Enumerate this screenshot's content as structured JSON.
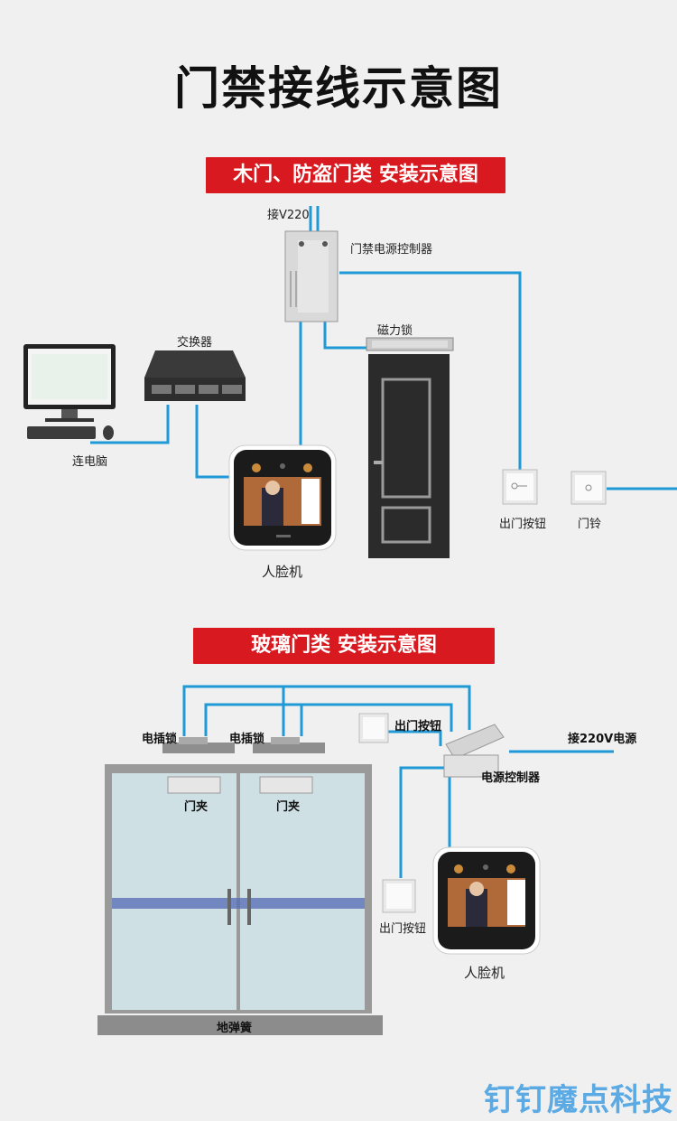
{
  "title": "门禁接线示意图",
  "section1": {
    "banner": "木门、防盗门类 安装示意图",
    "labels": {
      "v220": "接V220",
      "power_controller": "门禁电源控制器",
      "switch": "交换器",
      "mag_lock": "磁力锁",
      "computer": "连电脑",
      "face_device": "人脸机",
      "exit_button": "出门按钮",
      "doorbell": "门铃"
    }
  },
  "section2": {
    "banner": "玻璃门类 安装示意图",
    "labels": {
      "electric_lock_1": "电插锁",
      "electric_lock_2": "电插锁",
      "exit_button_top": "出门按钮",
      "power_220": "接220V电源",
      "power_controller": "电源控制器",
      "door_clamp_1": "门夹",
      "door_clamp_2": "门夹",
      "exit_button_bottom": "出门按钮",
      "face_device": "人脸机",
      "floor_spring": "地弹簧"
    }
  },
  "watermark": "钉钉魔点科技",
  "colors": {
    "wire": "#1f9ad6",
    "banner": "#d8191f",
    "door": "#2b2b2b",
    "background": "#f0f0f0"
  }
}
